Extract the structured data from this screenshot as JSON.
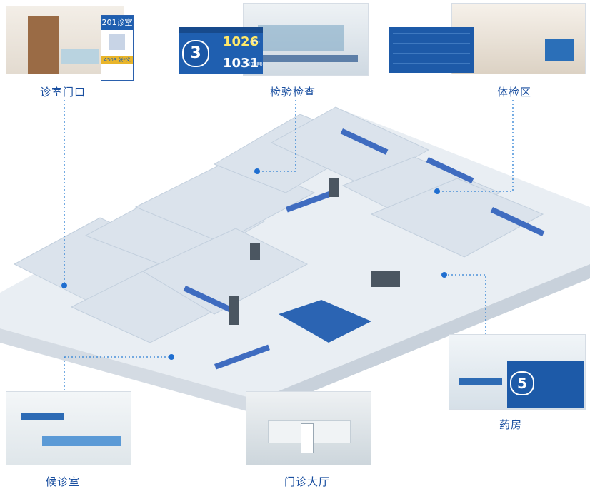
{
  "labels": {
    "clinic_door": "诊室门口",
    "lab": "检验检查",
    "physical_exam": "体检区",
    "waiting_room": "候诊室",
    "pharmacy": "药房",
    "lobby": "门诊大厅"
  },
  "clinic_door_screen": {
    "room": "201诊室",
    "queue_number": "A503 张*义"
  },
  "lab_screen": {
    "window_number": "3",
    "calling_number": "1026",
    "calling_suffix": "(史*)",
    "waiting_number": "1031",
    "waiting_suffix": "(田*明)"
  },
  "pharmacy_screen": {
    "window_number": "5"
  },
  "colors": {
    "accent": "#1a4fa0",
    "screen_blue": "#1f5fb0",
    "floor": "#e6ebf1",
    "wall": "#c9d5e3"
  }
}
